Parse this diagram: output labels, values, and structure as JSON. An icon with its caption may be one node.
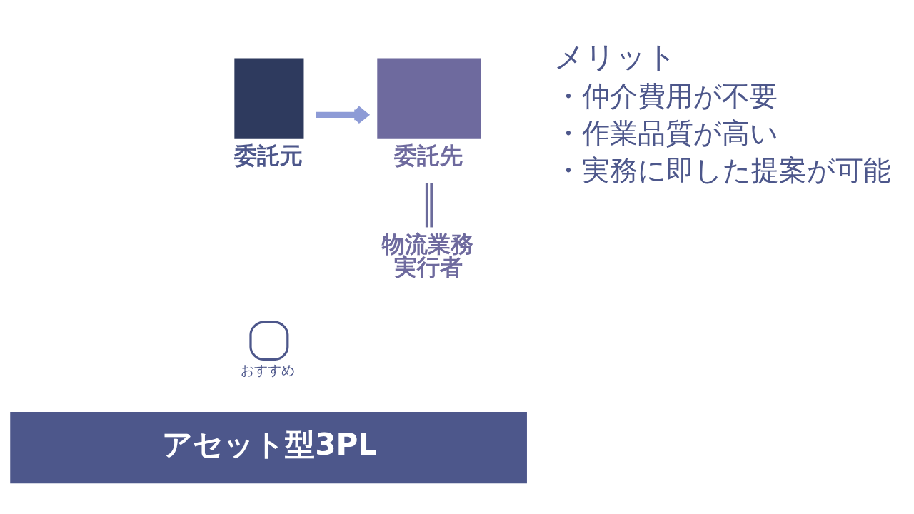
{
  "diagram": {
    "nodes": [
      {
        "text": [
          "委託元"
        ]
      },
      {
        "text": [
          "委託先"
        ]
      },
      {
        "text": [
          "物流業務実行者"
        ]
      },
      {
        "text": [
          "アセット型3PL"
        ]
      }
    ],
    "edges": [
      {
        "from": 0,
        "to": 1,
        "arrow": "to",
        "style": "thick",
        "color": "#8d9bd6"
      },
      {
        "from": 1,
        "to": 2,
        "arrow": "none",
        "color": "#6b6b9b"
      }
    ],
    "labels": [
      "メリット",
      "・仲介費用が不要",
      "・作業品質が高い",
      "・実務に即した提案が可能",
      "おすすめ"
    ]
  }
}
